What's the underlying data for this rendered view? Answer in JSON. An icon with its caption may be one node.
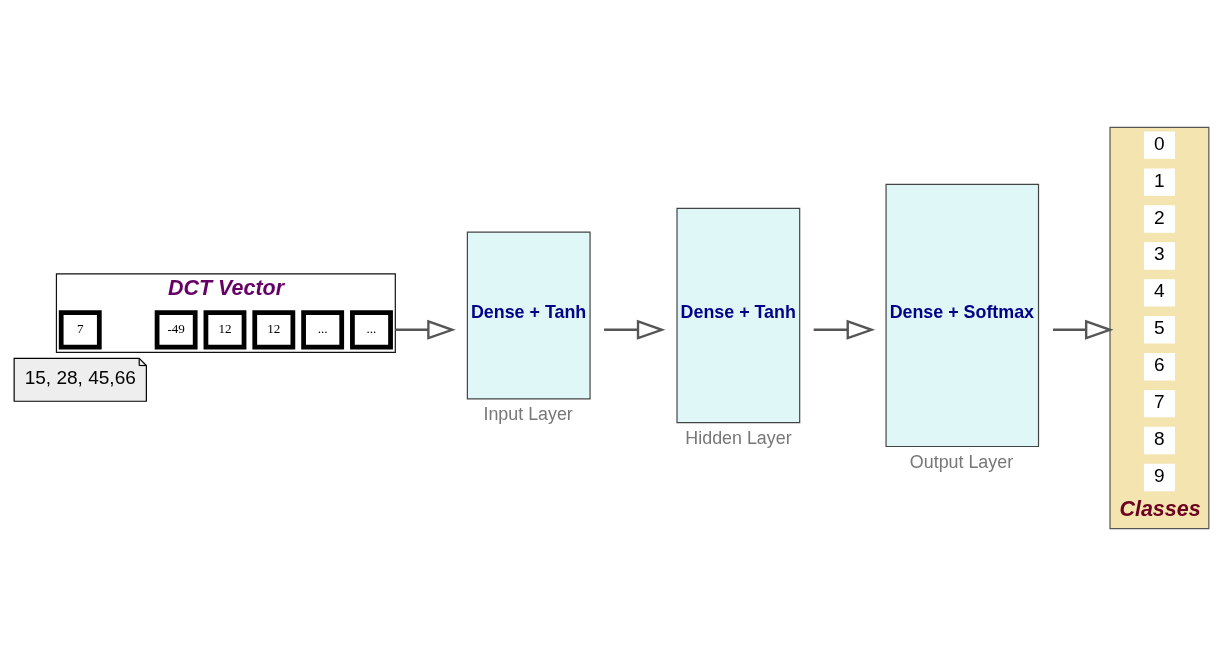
{
  "diagram": {
    "nodes": [
      {
        "text": [
          "15, 28, 45,66"
        ]
      },
      {
        "text": [
          "DCT Vector"
        ]
      },
      {
        "text": [
          "7"
        ],
        "in": 1
      },
      {
        "text": [
          "-49"
        ],
        "in": 1
      },
      {
        "text": [
          "12"
        ],
        "in": 1
      },
      {
        "text": [
          "12"
        ],
        "in": 1
      },
      {
        "text": [
          "..."
        ],
        "in": 1
      },
      {
        "text": [
          "..."
        ],
        "in": 1
      },
      {
        "text": [
          "Dense + Tanh"
        ],
        "beside": [
          "Input Layer"
        ]
      },
      {
        "text": [
          "Dense + Tanh"
        ],
        "beside": [
          "Hidden Layer"
        ]
      },
      {
        "text": [
          "Dense + Softmax"
        ],
        "beside": [
          "Output Layer"
        ]
      },
      {
        "text": [
          "Classes"
        ]
      },
      {
        "text": [
          "0"
        ],
        "in": 11
      },
      {
        "text": [
          "1"
        ],
        "in": 11
      },
      {
        "text": [
          "2"
        ],
        "in": 11
      },
      {
        "text": [
          "3"
        ],
        "in": 11
      },
      {
        "text": [
          "4"
        ],
        "in": 11
      },
      {
        "text": [
          "5"
        ],
        "in": 11
      },
      {
        "text": [
          "6"
        ],
        "in": 11
      },
      {
        "text": [
          "7"
        ],
        "in": 11
      },
      {
        "text": [
          "8"
        ],
        "in": 11
      },
      {
        "text": [
          "9"
        ],
        "in": 11
      }
    ],
    "edges": [
      {
        "from": 1,
        "to": 8,
        "arrow": "to"
      },
      {
        "from": 8,
        "to": 9,
        "arrow": "to"
      },
      {
        "from": 9,
        "to": 10,
        "arrow": "to"
      },
      {
        "from": 10,
        "to": 11,
        "arrow": "to"
      }
    ]
  }
}
